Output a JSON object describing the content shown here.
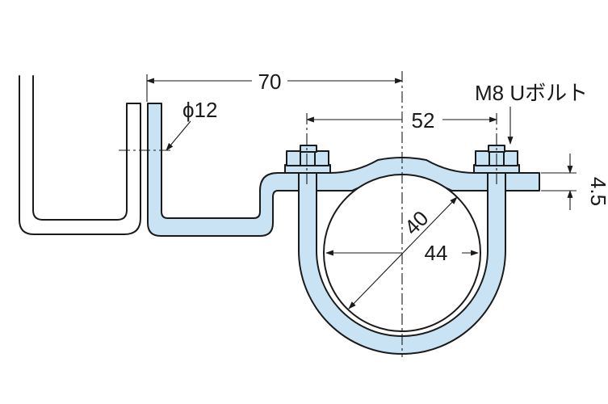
{
  "dimensions": {
    "span_70": "70",
    "bolt_pitch_52": "52",
    "hole_dia": "ϕ12",
    "bolt_spec": "M8 Uボルト",
    "plate_thickness": "4.5",
    "pipe_inner": "40",
    "pipe_outer": "44"
  },
  "colors": {
    "part_fill": "#c9e3f5",
    "line": "#1a1a1a"
  }
}
